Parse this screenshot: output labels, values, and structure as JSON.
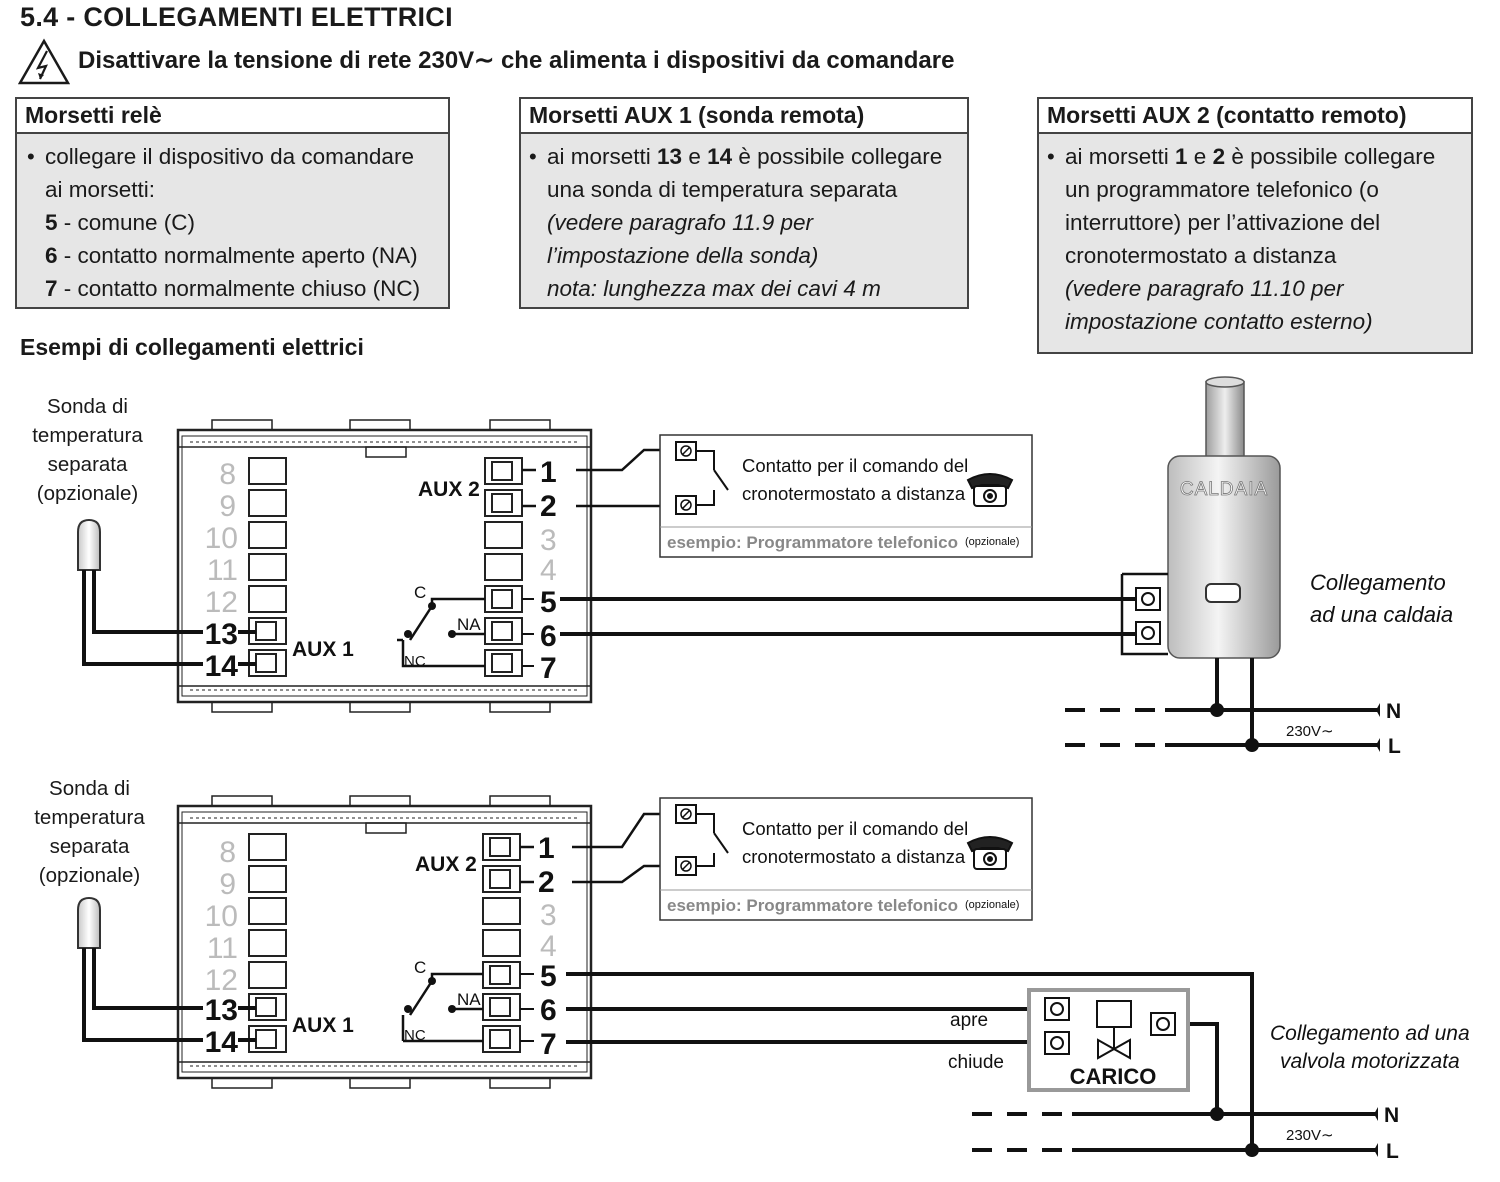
{
  "section_title": "5.4 - COLLEGAMENTI ELETTRICI",
  "warning_text": "Disattivare la tensione di rete 230V∼ che alimenta i dispositivi da comandare",
  "box_rele": {
    "title": "Morsetti relè",
    "line1": "collegare il dispositivo da comandare",
    "line2": "ai morsetti:",
    "t5_num": "5",
    "t5_txt": " - comune (C)",
    "t6_num": "6",
    "t6_txt": " - contatto normalmente aperto (NA)",
    "t7_num": "7",
    "t7_txt": " - contatto normalmente chiuso (NC)"
  },
  "box_aux1": {
    "title": "Morsetti AUX 1 (sonda remota)",
    "l1a": "ai morsetti ",
    "l1n1": "13",
    "l1b": " e ",
    "l1n2": "14",
    "l1c": " è possibile collegare",
    "l2": "una sonda di temperatura separata",
    "l3": "(vedere paragrafo 11.9 per",
    "l4": "l’impostazione della sonda)",
    "l5": "nota: lunghezza max dei cavi 4 m"
  },
  "box_aux2": {
    "title": "Morsetti AUX 2 (contatto remoto)",
    "l1a": "ai morsetti ",
    "l1n1": "1",
    "l1b": " e ",
    "l1n2": "2",
    "l1c": " è possibile collegare",
    "l2": "un programmatore telefonico (o",
    "l3": "interruttore) per l’attivazione del",
    "l4": "cronotermostato a distanza",
    "l5": "(vedere paragrafo 11.10 per",
    "l6": "impostazione contatto esterno)"
  },
  "examples_title": "Esempi di collegamenti elettrici",
  "probe_label": [
    "Sonda di",
    "temperatura",
    "separata",
    "(opzionale)"
  ],
  "terminals_left": [
    "8",
    "9",
    "10",
    "11",
    "12",
    "13",
    "14"
  ],
  "terminals_right": [
    "1",
    "2",
    "3",
    "4",
    "5",
    "6",
    "7"
  ],
  "aux1_label": "AUX 1",
  "aux2_label": "AUX 2",
  "relay_c": "C",
  "relay_na": "NA",
  "relay_nc": "NC",
  "remote_contact": [
    "Contatto per il comando del",
    "cronotermostato a distanza"
  ],
  "remote_example": "esempio: Programmatore telefonico",
  "remote_optional": "(opzionale)",
  "boiler_label": "CALDAIA",
  "boiler_caption": [
    "Collegamento",
    "ad una caldaia"
  ],
  "valve_caption": [
    "Collegamento ad una",
    "valvola motorizzata"
  ],
  "valve_open": "apre",
  "valve_close": "chiude",
  "load_label": "CARICO",
  "mains_n": "N",
  "mains_l": "L",
  "mains_voltage": "230V∼"
}
